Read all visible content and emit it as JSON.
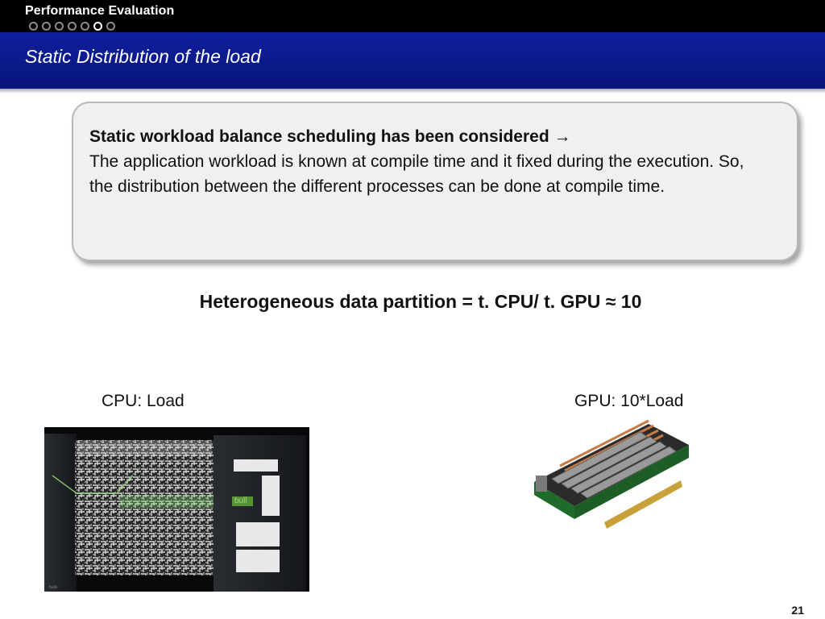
{
  "header": {
    "section_title": "Performance Evaluation",
    "nav_dots_total": 7,
    "nav_dots_active_index": 5
  },
  "slide": {
    "title": "Static Distribution of the load",
    "callout": {
      "heading": "Static workload balance scheduling has been considered",
      "arrow": "→",
      "body": "The application workload is known at compile time and it fixed during the execution. So, the distribution between the different processes can be done at compile time."
    },
    "formula": "Heterogeneous data partition = t. CPU/ t. GPU ≈ 10",
    "cpu_label": "CPU: Load",
    "gpu_label": "GPU: 10*Load",
    "cpu_image_icon": "bull-supercomputer-image",
    "gpu_image_icon": "gpu-card-image",
    "page_number": "21"
  },
  "colors": {
    "title_bar": "#0f1f9e",
    "top_bar": "#000000",
    "callout_fill": "#f0f0f0"
  }
}
